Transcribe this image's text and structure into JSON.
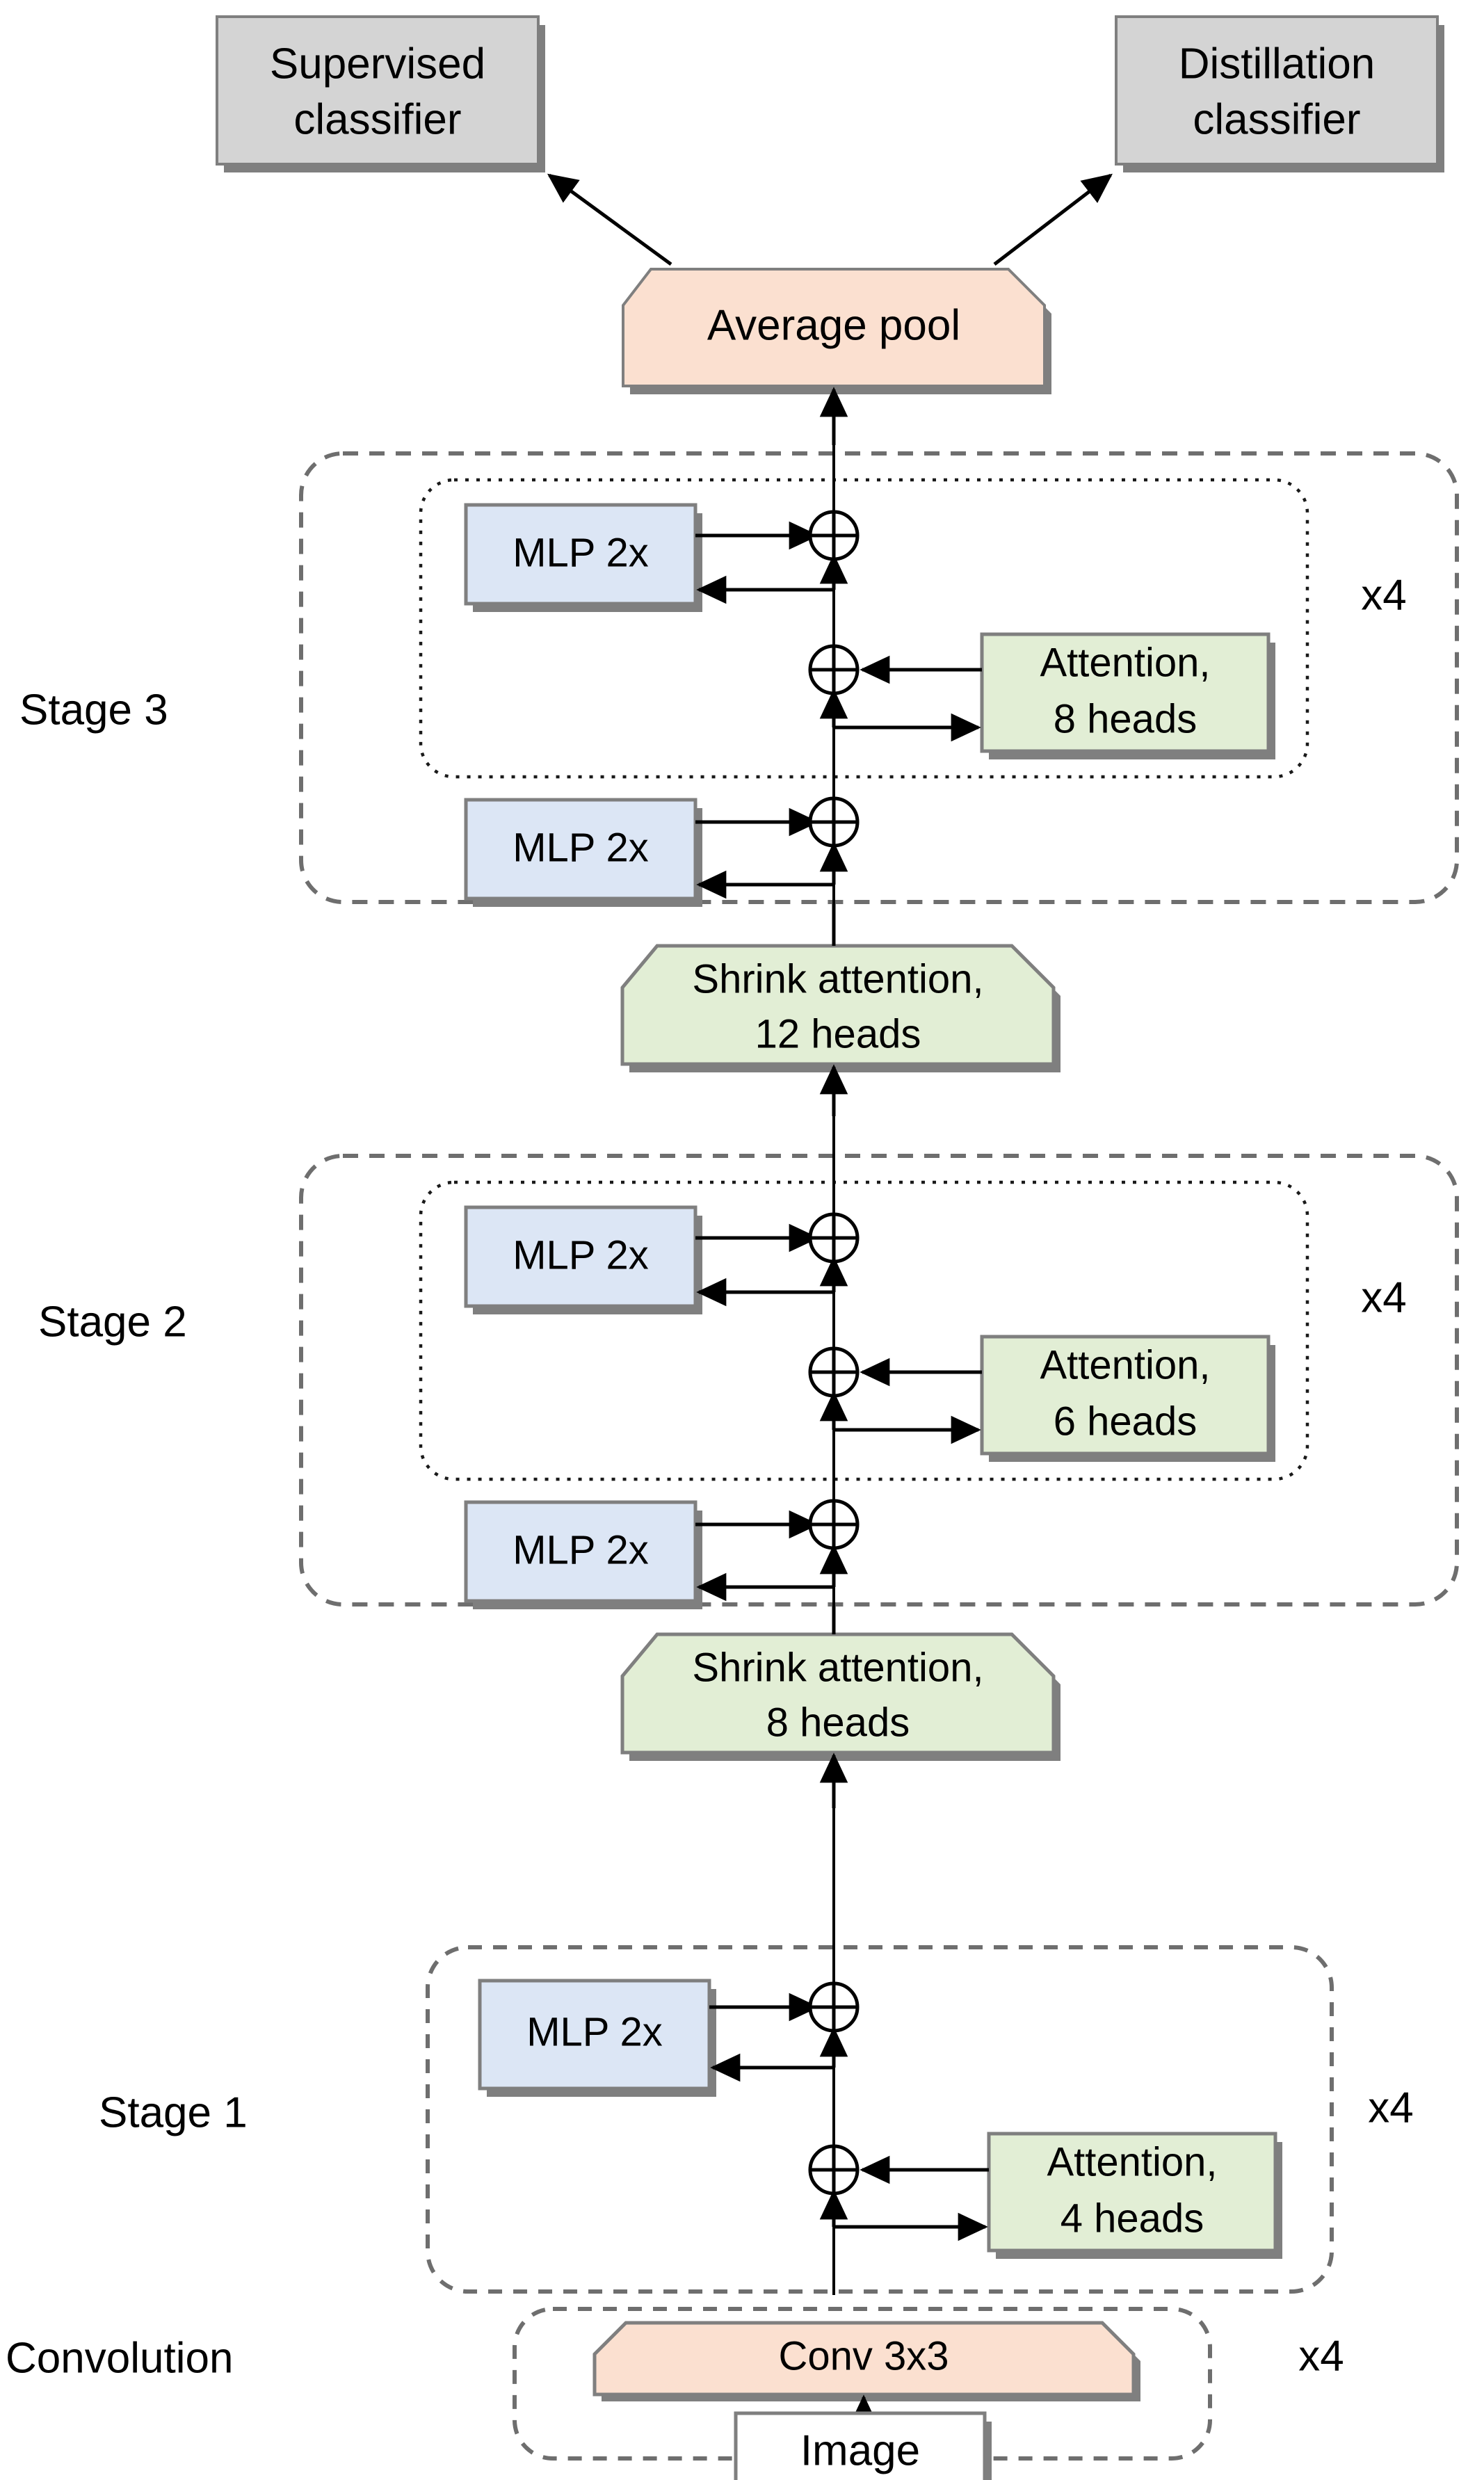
{
  "diagram": {
    "title": "Hybrid convolution-transformer network architecture",
    "type": "architecture-flowchart",
    "colors": {
      "gray_box_fill": "#d4d4d4",
      "peach_box_fill": "#fbe0d0",
      "blue_box_fill": "#dce6f5",
      "green_box_fill": "#e2eed5",
      "white_box_fill": "#ffffff",
      "box_border": "#7f7f7f",
      "shadow": "#808080",
      "line": "#000000",
      "dash_border": "#6e6e6e"
    },
    "outputs": {
      "supervised_classifier": {
        "line1": "Supervised",
        "line2": "classifier"
      },
      "distillation_classifier": {
        "line1": "Distillation",
        "line2": "classifier"
      }
    },
    "pool": {
      "label": "Average pool"
    },
    "stages": [
      {
        "id": "stage-3",
        "label": "Stage 3",
        "repeat": "x4",
        "blocks": [
          {
            "kind": "mlp",
            "label": "MLP 2x"
          },
          {
            "kind": "attention",
            "line1": "Attention,",
            "line2": "8 heads"
          },
          {
            "kind": "mlp",
            "label": "MLP 2x"
          }
        ]
      },
      {
        "id": "stage-2",
        "label": "Stage 2",
        "repeat": "x4",
        "blocks": [
          {
            "kind": "mlp",
            "label": "MLP 2x"
          },
          {
            "kind": "attention",
            "line1": "Attention,",
            "line2": "6 heads"
          },
          {
            "kind": "mlp",
            "label": "MLP 2x"
          }
        ]
      },
      {
        "id": "stage-1",
        "label": "Stage 1",
        "repeat": "x4",
        "blocks": [
          {
            "kind": "mlp",
            "label": "MLP 2x"
          },
          {
            "kind": "attention",
            "line1": "Attention,",
            "line2": "4 heads"
          }
        ]
      }
    ],
    "shrink_attention": [
      {
        "id": "shrink-12",
        "line1": "Shrink attention,",
        "line2": "12 heads"
      },
      {
        "id": "shrink-8",
        "line1": "Shrink attention,",
        "line2": "8 heads"
      }
    ],
    "convolution": {
      "label": "Convolution",
      "repeat": "x4",
      "block": {
        "label": "Conv 3x3"
      }
    },
    "input": {
      "label": "Image"
    },
    "icons": {
      "residual_add": "circled-plus-icon",
      "flow_arrow": "arrow-up-icon"
    }
  }
}
